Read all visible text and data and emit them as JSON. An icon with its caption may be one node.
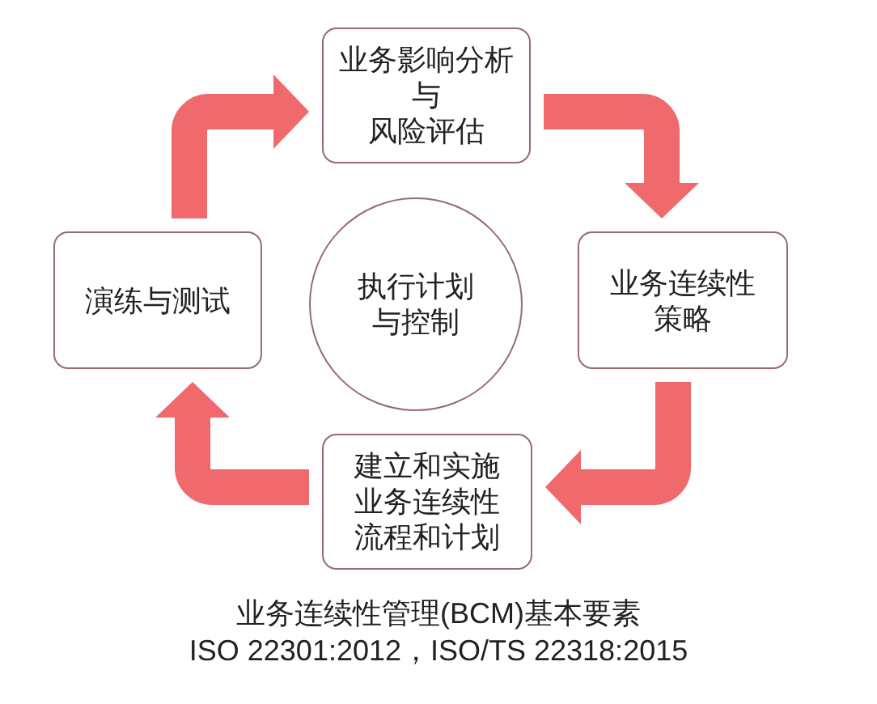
{
  "diagram": {
    "caption": "业务连续性管理(BCM)基本要素",
    "nodes": [
      {
        "text": [
          "业务影响分析",
          "与",
          "风险评估"
        ]
      },
      {
        "text": [
          "演练与测试"
        ]
      },
      {
        "text": [
          "执行计划与控制"
        ]
      },
      {
        "text": [
          "业务连续性策略"
        ]
      },
      {
        "text": [
          "建立和实施业务连续性流程和计划"
        ]
      }
    ],
    "edges": [
      {
        "from": 0,
        "to": 3,
        "arrow": "to"
      },
      {
        "from": 3,
        "to": 4,
        "arrow": "to"
      },
      {
        "from": 4,
        "to": 1,
        "arrow": "to"
      },
      {
        "from": 1,
        "to": 0,
        "arrow": "to"
      }
    ],
    "labels": [
      "ISO 22301:2012，ISO/TS 22318:2015"
    ]
  }
}
